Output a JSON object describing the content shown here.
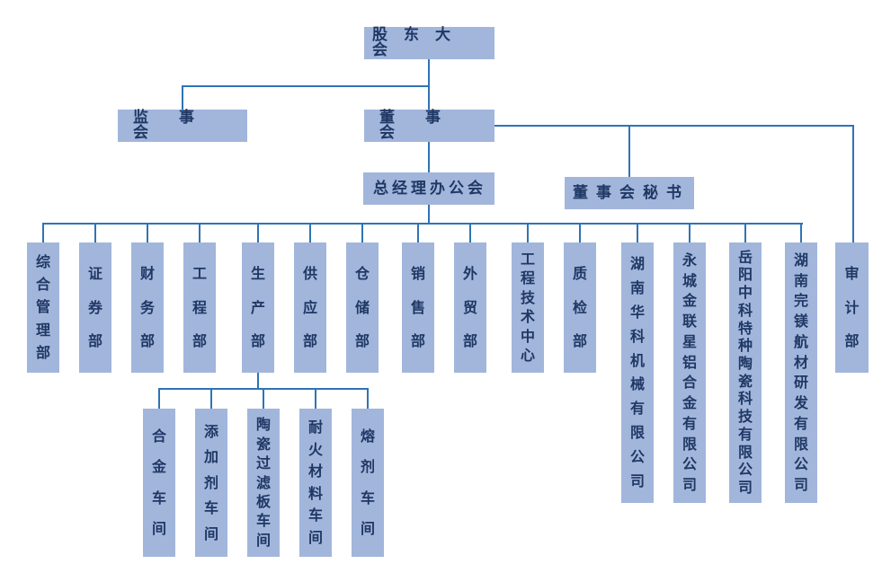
{
  "chart": {
    "shareholders_meeting": {
      "label": "股东大会"
    },
    "supervisory_board": {
      "label": "监事会"
    },
    "board_of_directors": {
      "label": "董事会"
    },
    "gm_office": {
      "label": "总经理办公会"
    },
    "board_secretary": {
      "label": "董事会秘书"
    },
    "audit_dept": {
      "label": "审计部"
    },
    "departments": [
      {
        "label": "综合管理部"
      },
      {
        "label": "证券部"
      },
      {
        "label": "财务部"
      },
      {
        "label": "工程部"
      },
      {
        "label": "生产部"
      },
      {
        "label": "供应部"
      },
      {
        "label": "仓储部"
      },
      {
        "label": "销售部"
      },
      {
        "label": "外贸部"
      },
      {
        "label": "工程技术中心"
      },
      {
        "label": "质检部"
      },
      {
        "label": "湖南华科机械有限公司"
      },
      {
        "label": "永城金联星铝合金有限公司"
      },
      {
        "label": "岳阳中科特种陶瓷科技有限公司"
      },
      {
        "label": "湖南完镁航材研发有限公司"
      }
    ],
    "production_workshops": [
      {
        "label": "合金车间"
      },
      {
        "label": "添加剂车间"
      },
      {
        "label": "陶瓷过滤板车间"
      },
      {
        "label": "耐火材料车间"
      },
      {
        "label": "熔剂车间"
      }
    ]
  },
  "colors": {
    "box_fill": "#A2B6DC",
    "box_text": "#1F3864",
    "connector": "#2E74B5",
    "background": "#FFFFFF"
  }
}
